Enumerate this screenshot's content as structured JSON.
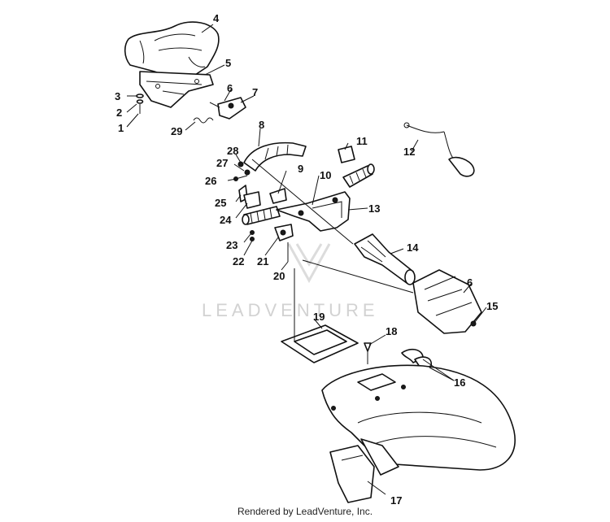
{
  "watermark": "LEADVENTURE",
  "footer": "Rendered by LeadVenture, Inc.",
  "callouts": {
    "c1": "1",
    "c2": "2",
    "c3": "3",
    "c4": "4",
    "c5": "5",
    "c6a": "6",
    "c7": "7",
    "c8": "8",
    "c9": "9",
    "c10": "10",
    "c11": "11",
    "c12": "12",
    "c13": "13",
    "c14": "14",
    "c6b": "6",
    "c15": "15",
    "c16": "16",
    "c17": "17",
    "c18": "18",
    "c19": "19",
    "c20": "20",
    "c21": "21",
    "c22": "22",
    "c23": "23",
    "c24": "24",
    "c25": "25",
    "c26": "26",
    "c27": "27",
    "c28": "28",
    "c29": "29"
  }
}
